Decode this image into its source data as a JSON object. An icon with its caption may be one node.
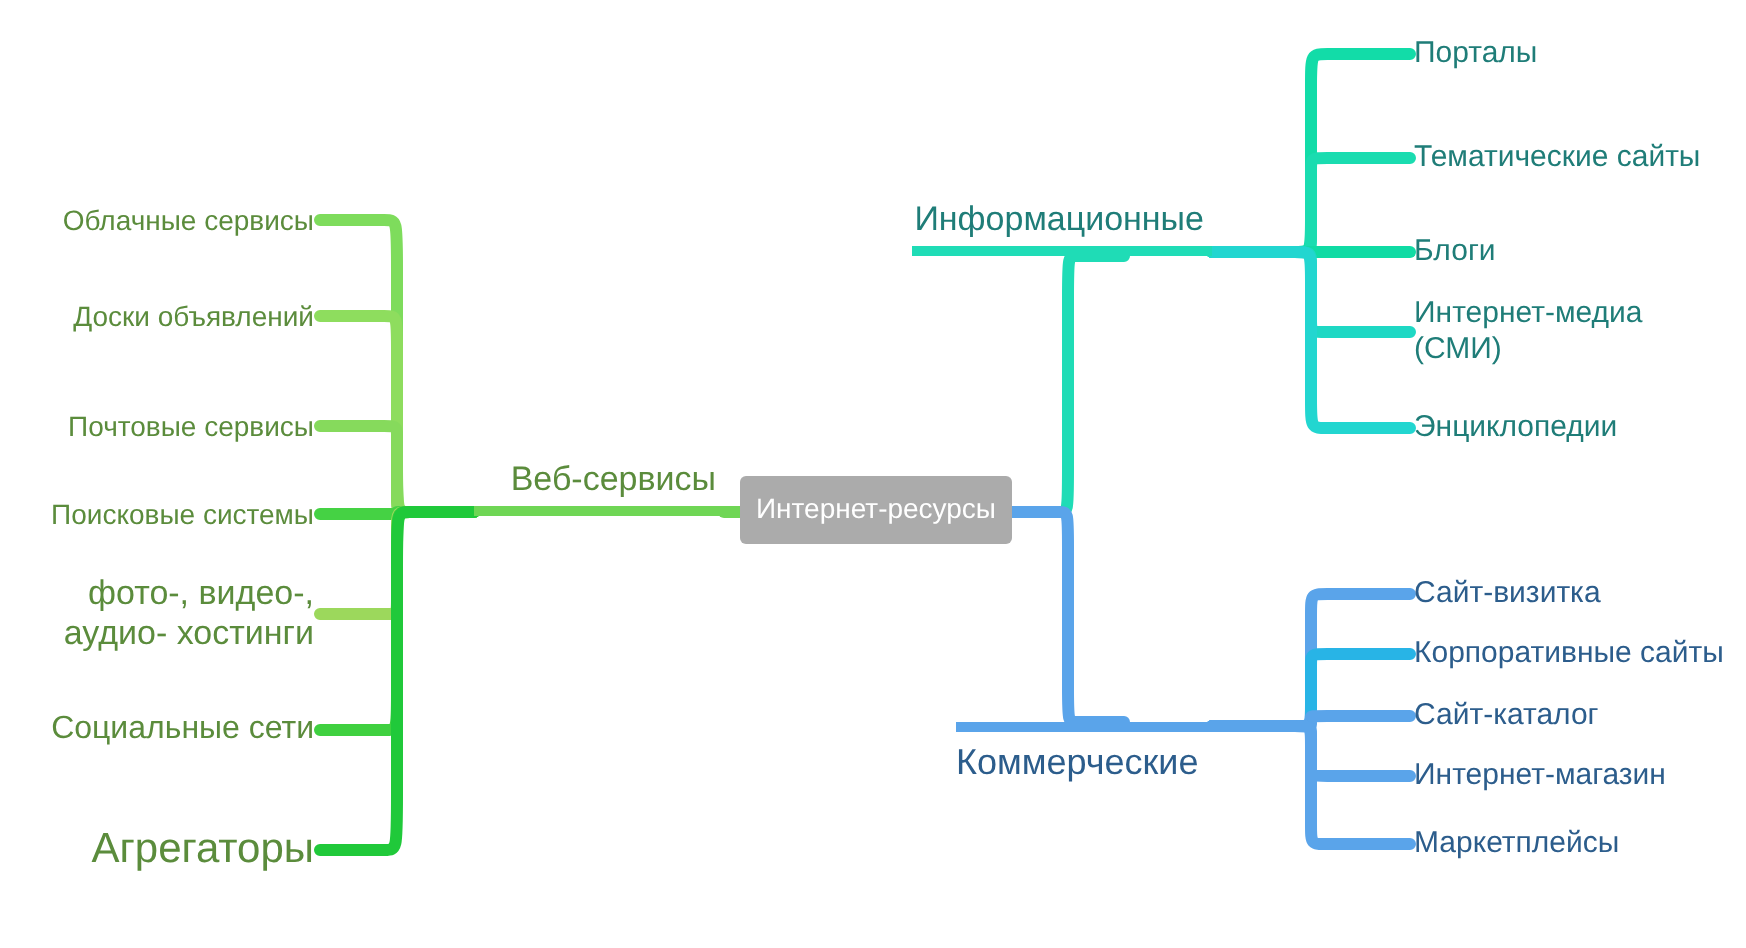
{
  "diagram": {
    "nodes": [
      {
        "text": [
          "Интернет-ресурсы"
        ]
      },
      {
        "text": [
          "Веб-сервисы"
        ]
      },
      {
        "text": [
          "Облачные сервисы"
        ]
      },
      {
        "text": [
          "Доски объявлений"
        ]
      },
      {
        "text": [
          "Почтовые сервисы"
        ]
      },
      {
        "text": [
          "Поисковые системы"
        ]
      },
      {
        "text": [
          "фото-, видео-, аудио- хостинги"
        ]
      },
      {
        "text": [
          "Социальные сети"
        ]
      },
      {
        "text": [
          "Агрегаторы"
        ]
      },
      {
        "text": [
          "Информационные"
        ]
      },
      {
        "text": [
          "Порталы"
        ]
      },
      {
        "text": [
          "Тематические сайты"
        ]
      },
      {
        "text": [
          "Блоги"
        ]
      },
      {
        "text": [
          "Интернет-медиа (СМИ)"
        ]
      },
      {
        "text": [
          "Энциклопедии"
        ]
      },
      {
        "text": [
          "Коммерческие"
        ]
      },
      {
        "text": [
          "Сайт-визитка"
        ]
      },
      {
        "text": [
          "Корпоративные сайты"
        ]
      },
      {
        "text": [
          "Сайт-каталог"
        ]
      },
      {
        "text": [
          "Интернет-магазин"
        ]
      },
      {
        "text": [
          "Маркетплейсы"
        ]
      }
    ],
    "edges": [
      {
        "from": 0,
        "to": 1,
        "arrow": "none",
        "color": "#6fd655"
      },
      {
        "from": 1,
        "to": 2,
        "arrow": "none",
        "color": "#7edc5c"
      },
      {
        "from": 1,
        "to": 3,
        "arrow": "none",
        "color": "#8edd5e"
      },
      {
        "from": 1,
        "to": 4,
        "arrow": "none",
        "color": "#86da5c"
      },
      {
        "from": 1,
        "to": 5,
        "arrow": "none",
        "color": "#45d244"
      },
      {
        "from": 1,
        "to": 6,
        "arrow": "none",
        "color": "#9cd85c"
      },
      {
        "from": 1,
        "to": 7,
        "arrow": "none",
        "color": "#3fd040"
      },
      {
        "from": 1,
        "to": 8,
        "arrow": "none",
        "color": "#20c93a"
      },
      {
        "from": 0,
        "to": 9,
        "arrow": "none",
        "color": "#1fdcb6"
      },
      {
        "from": 9,
        "to": 10,
        "arrow": "none",
        "color": "#12dca8"
      },
      {
        "from": 9,
        "to": 11,
        "arrow": "none",
        "color": "#1adcb0"
      },
      {
        "from": 9,
        "to": 12,
        "arrow": "none",
        "color": "#10dba4"
      },
      {
        "from": 9,
        "to": 13,
        "arrow": "none",
        "color": "#1ed8c4"
      },
      {
        "from": 9,
        "to": 14,
        "arrow": "none",
        "color": "#22d6d0"
      },
      {
        "from": 0,
        "to": 15,
        "arrow": "none",
        "color": "#5aa4ea"
      },
      {
        "from": 15,
        "to": 16,
        "arrow": "none",
        "color": "#5aa4ea"
      },
      {
        "from": 15,
        "to": 17,
        "arrow": "none",
        "color": "#28b4e6"
      },
      {
        "from": 15,
        "to": 18,
        "arrow": "none",
        "color": "#5aa4ea"
      },
      {
        "from": 15,
        "to": 19,
        "arrow": "none",
        "color": "#5aa4ea"
      },
      {
        "from": 15,
        "to": 20,
        "arrow": "none",
        "color": "#5aa4ea"
      }
    ]
  }
}
